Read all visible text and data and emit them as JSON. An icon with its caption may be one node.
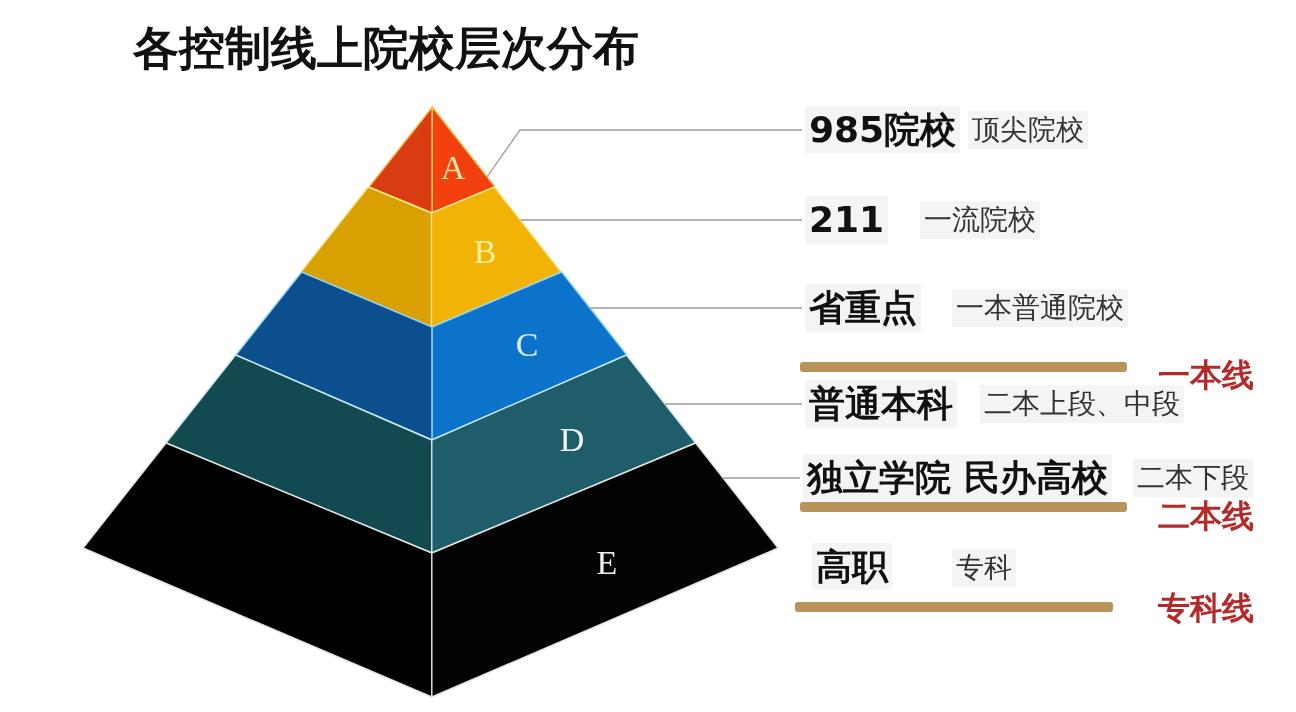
{
  "diagram": {
    "title": "各控制线上院校层次分布",
    "nodes": [
      {
        "text": [
          "A"
        ]
      },
      {
        "text": [
          "B"
        ]
      },
      {
        "text": [
          "C"
        ]
      },
      {
        "text": [
          "D"
        ]
      },
      {
        "text": [
          "E"
        ]
      },
      {
        "text": [
          "985院校",
          "顶尖院校"
        ]
      },
      {
        "text": [
          "211",
          "一流院校"
        ]
      },
      {
        "text": [
          "省重点",
          "一本普通院校"
        ]
      },
      {
        "text": [
          "普通本科",
          "二本上段、中段"
        ]
      },
      {
        "text": [
          "独立学院 民办高校",
          "二本下段"
        ]
      }
    ],
    "edges": [
      {
        "from": 0,
        "to": 5,
        "arrow": "none"
      },
      {
        "from": 1,
        "to": 6,
        "arrow": "none"
      },
      {
        "from": 2,
        "to": 7,
        "arrow": "none"
      },
      {
        "from": 3,
        "to": 8,
        "arrow": "none"
      },
      {
        "from": 4,
        "to": 9,
        "arrow": "none"
      }
    ],
    "labels": [
      "一本线",
      "二本线",
      "高职",
      "专科",
      "专科线"
    ]
  }
}
